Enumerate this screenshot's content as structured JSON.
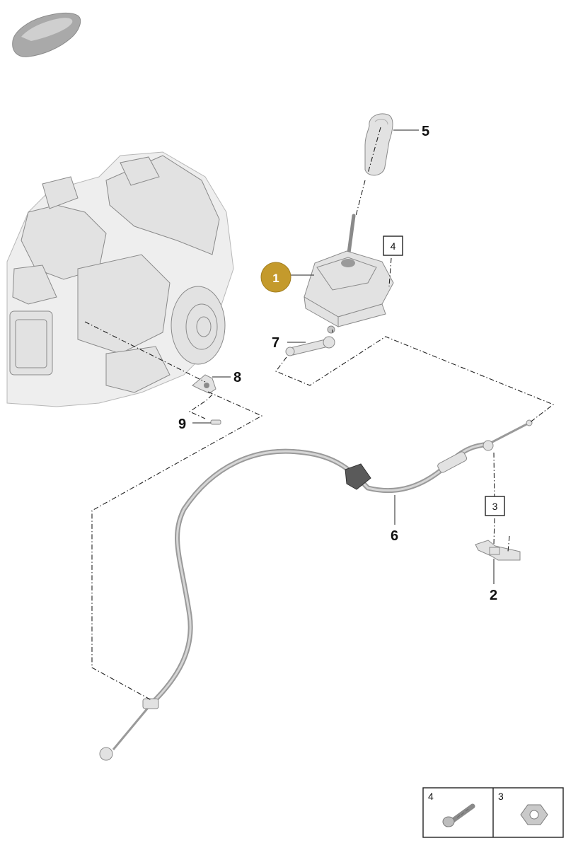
{
  "callouts": {
    "c1": "1",
    "c2": "2",
    "c3": "3",
    "c4": "4",
    "c5": "5",
    "c6": "6",
    "c7": "7",
    "c8": "8",
    "c9": "9"
  },
  "legend": {
    "cell_left": "4",
    "cell_right": "3"
  },
  "colors": {
    "highlight_badge": "#c49a2c",
    "line": "#222222",
    "part_fill": "#e2e2e2"
  },
  "icons": {
    "car": "car-silhouette-icon",
    "bolt": "bolt-icon",
    "nut": "hex-nut-icon"
  }
}
